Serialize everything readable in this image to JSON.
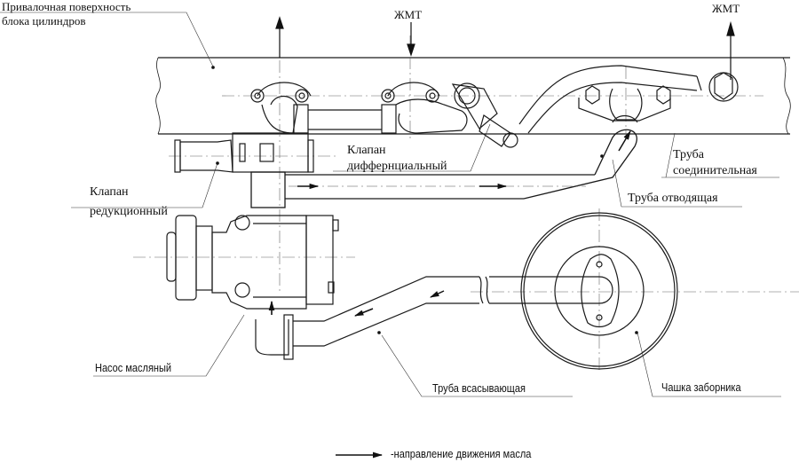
{
  "diagram": {
    "title": "Схема системы смазки",
    "labels": {
      "block_surface_line1": "Привалочная поверхность",
      "block_surface_line2": "блока цилиндров",
      "zhmt_left": "ЖМТ",
      "zhmt_right": "ЖМТ",
      "valve_diff_line1": "Клапан",
      "valve_diff_line2": "дифферн­циальный",
      "valve_red_line1": "Клапан",
      "valve_red_line2": "редукционный",
      "pipe_connect_line1": "Труба",
      "pipe_connect_line2": "соединительная",
      "pipe_outlet": "Труба отводящая",
      "pump": "Насос масляный",
      "pipe_suction": "Труба всасывающая",
      "intake_cup": "Чашка заборника"
    },
    "legend": {
      "arrow_icon": "arrow-right",
      "text": "-направление движения масла"
    },
    "colors": {
      "line": "#1a1a1a",
      "centerline": "#555555",
      "background": "#ffffff"
    }
  }
}
